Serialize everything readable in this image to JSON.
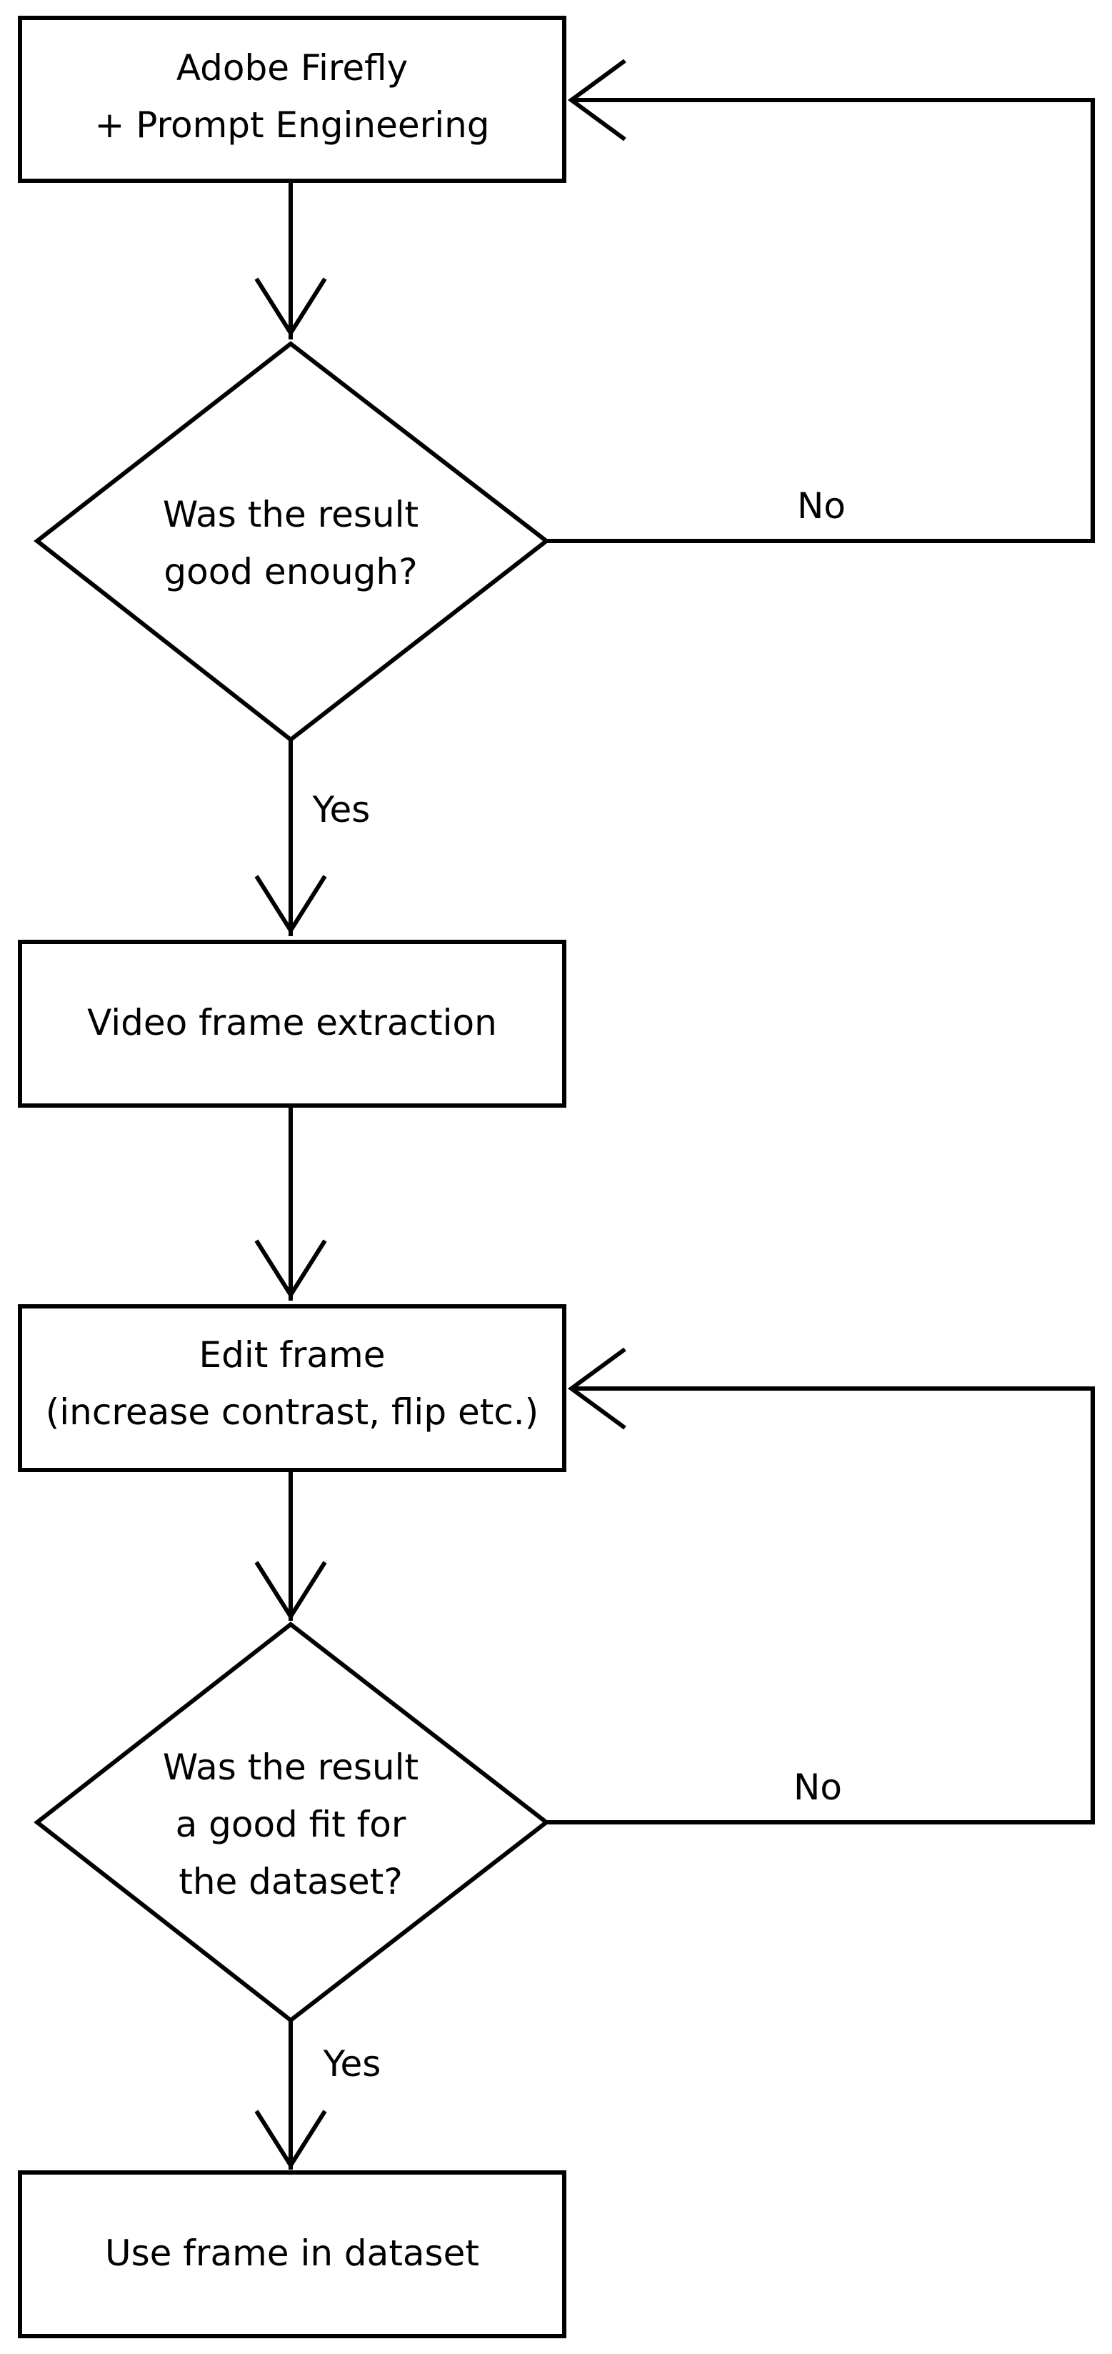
{
  "nodes": {
    "firefly": {
      "lines": [
        "Adobe Firefly",
        "+ Prompt Engineering"
      ]
    },
    "decision_quality": {
      "lines": [
        "Was the result",
        "good enough?"
      ]
    },
    "extraction": {
      "lines": [
        "Video frame extraction"
      ]
    },
    "edit": {
      "lines": [
        "Edit frame",
        "(increase contrast, flip etc.)"
      ]
    },
    "decision_fit": {
      "lines": [
        "Was the result",
        "a good fit for",
        "the dataset?"
      ]
    },
    "use": {
      "lines": [
        "Use frame in dataset"
      ]
    }
  },
  "edges": {
    "quality_no": "No",
    "quality_yes": "Yes",
    "fit_no": "No",
    "fit_yes": "Yes"
  },
  "colors": {
    "stroke": "#000000",
    "background": "#ffffff",
    "text": "#000000"
  }
}
